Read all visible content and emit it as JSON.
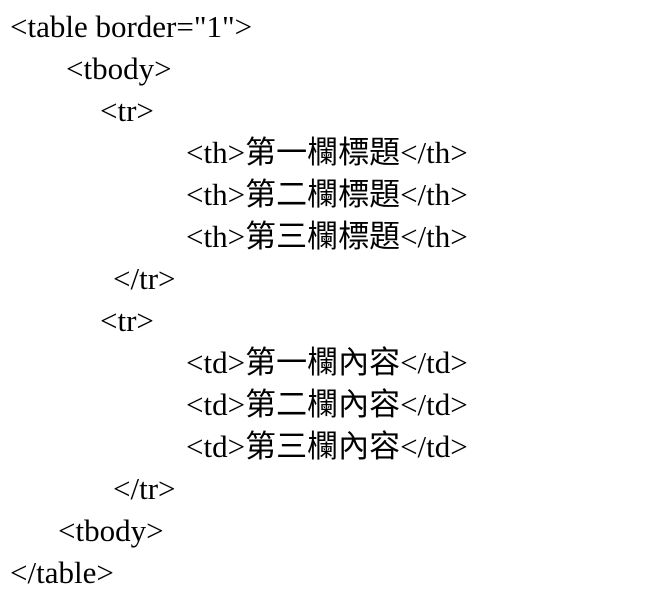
{
  "page": {
    "background_color": "#ffffff",
    "text_color": "#000000"
  },
  "code": {
    "lines": [
      {
        "text": "<table border=\"1\">"
      },
      {
        "text": "<tbody>"
      },
      {
        "text": "<tr>"
      },
      {
        "text": "<th>第一欄標題</th>"
      },
      {
        "text": "<th>第二欄標題</th>"
      },
      {
        "text": "<th>第三欄標題</th>"
      },
      {
        "text": "</tr>"
      },
      {
        "text": "<tr>"
      },
      {
        "text": "<td>第一欄內容</td>"
      },
      {
        "text": "<td>第二欄內容</td>"
      },
      {
        "text": "<td>第三欄內容</td>"
      },
      {
        "text": "</tr>"
      },
      {
        "text": "<tbody>"
      },
      {
        "text": "</table>"
      }
    ]
  }
}
